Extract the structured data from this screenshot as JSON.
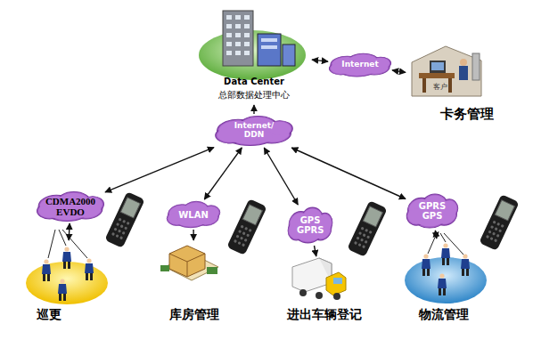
{
  "diagram": {
    "nodes": [
      {
        "text": [
          "Data Center",
          "总部数据处理中心"
        ]
      },
      {
        "text": [
          "Internet"
        ]
      },
      {
        "text": [
          "客户",
          "卡务管理"
        ]
      },
      {
        "text": [
          "Internet/ DDN"
        ]
      },
      {
        "text": [
          "CDMA2000 EVDO"
        ]
      },
      {
        "text": [
          "WLAN"
        ]
      },
      {
        "text": [
          "GPS GPRS"
        ]
      },
      {
        "text": [
          "GPRS GPS"
        ]
      },
      {
        "text": [
          "巡更"
        ]
      },
      {
        "text": [
          "库房管理"
        ]
      },
      {
        "text": [
          "进出车辆登记"
        ]
      },
      {
        "text": [
          "物流管理"
        ]
      }
    ],
    "edges": [
      {
        "from": 0,
        "to": 1,
        "arrow": "both"
      },
      {
        "from": 1,
        "to": 2,
        "arrow": "both"
      },
      {
        "from": 3,
        "to": 0,
        "arrow": "to"
      },
      {
        "from": 3,
        "to": 4,
        "arrow": "both"
      },
      {
        "from": 3,
        "to": 5,
        "arrow": "both"
      },
      {
        "from": 3,
        "to": 6,
        "arrow": "both"
      },
      {
        "from": 3,
        "to": 7,
        "arrow": "both"
      },
      {
        "from": 4,
        "to": 8,
        "arrow": "both"
      },
      {
        "from": 5,
        "to": 9,
        "arrow": "to"
      },
      {
        "from": 6,
        "to": 10,
        "arrow": "to"
      },
      {
        "from": 7,
        "to": 11,
        "arrow": "both"
      }
    ]
  }
}
